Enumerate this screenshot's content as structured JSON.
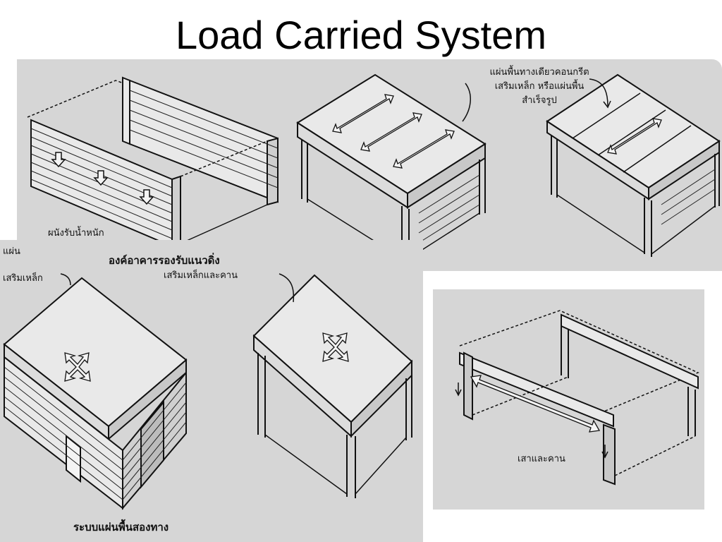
{
  "slide": {
    "title": "Load Carried System"
  },
  "labels": {
    "load_bearing_wall": "ผนังรับน้ำหนัก",
    "one_way_slab_line1": "แผ่นพื้นทางเดียวคอนกรีต",
    "one_way_slab_line2": "เสริมเหล็ก หรือแผ่นพื้น",
    "one_way_slab_line3": "สำเร็จรูป",
    "slab_line1": "แผ่น",
    "slab_line2": "เสริมเหล็ก",
    "vertical_support": "องค์อาคารรองรับแนวดิ่ง",
    "rc_beam": "เสริมเหล็กและคาน",
    "two_way_slab": "ระบบแผ่นพื้นสองทาง",
    "column_beam": "เสาและคาน"
  },
  "colors": {
    "panel": "#d6d6d6",
    "ink": "#111111",
    "surface": "#e9e9e9",
    "background": "#ffffff"
  }
}
